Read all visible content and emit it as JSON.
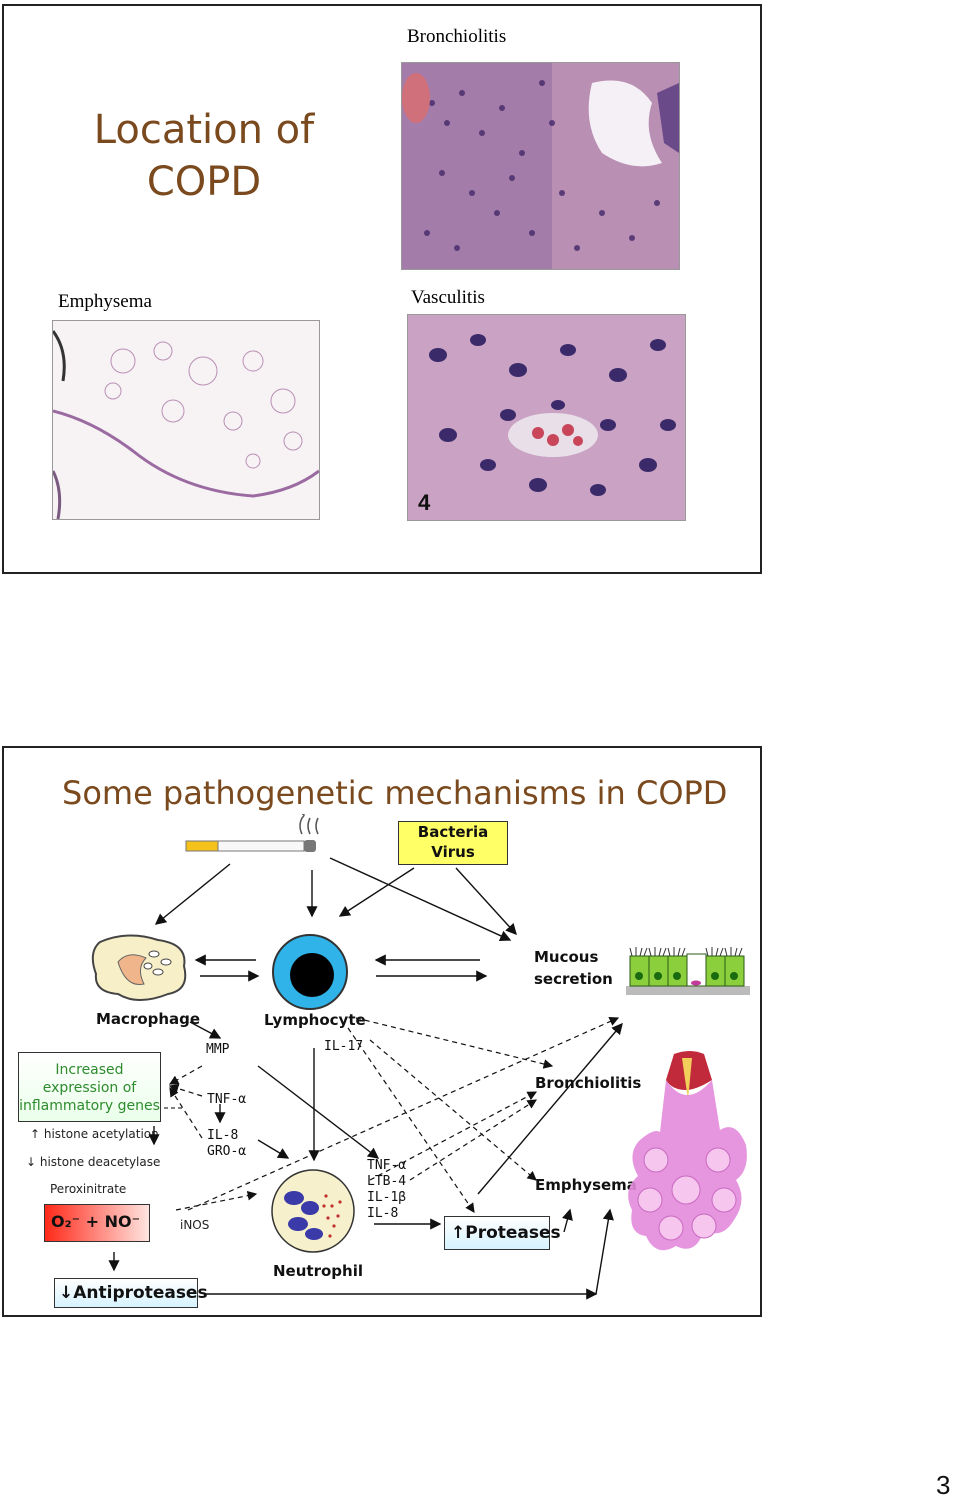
{
  "slide1": {
    "title_line1": "Location of",
    "title_line2": "COPD",
    "caption_bronchiolitis": "Bronchiolitis",
    "caption_emphysema": "Emphysema",
    "caption_vasculitis": "Vasculitis",
    "image_number": "4"
  },
  "slide2": {
    "title": "Some pathogenetic mechanisms  in COPD",
    "bacteria_virus": [
      "Bacteria",
      "Virus"
    ],
    "mucous_secretion": [
      "Mucous",
      "secretion"
    ],
    "macrophage": "Macrophage",
    "lymphocyte": "Lymphocyte",
    "neutrophil": "Neutrophil",
    "inflammatory_box": [
      "Increased",
      "expression of",
      "inflammatory genes"
    ],
    "histone_acetylation": "↑ histone acetylation",
    "histone_deacetylase": "↓ histone deacetylase",
    "peroxinitrate": "Peroxinitrate",
    "o2_no": "O₂⁻ + NO⁻",
    "inos": "iNOS",
    "antiproteases": "↓Antiproteases",
    "mmp": "MMP",
    "tnf_alpha": "TNF-α",
    "il8_gro": [
      "IL-8",
      "GRO-α"
    ],
    "il17": "IL-17",
    "neutrophil_mediators": [
      "TNF-α",
      "LTB-4",
      "IL-1β",
      "IL-8"
    ],
    "proteases": "↑Proteases",
    "bronchiolitis": "Bronchiolitis",
    "emphysema": "Emphysema"
  },
  "page_number": "3",
  "colors": {
    "title_brown": "#7a4a1e",
    "bacteria_box": "#ffff66",
    "inflammatory_text": "#2e8b2e",
    "tissue_pink": "#c98fb5",
    "tissue_purple": "#5a3a7a"
  },
  "icons": [
    "cigarette-icon",
    "macrophage-icon",
    "lymphocyte-icon",
    "neutrophil-icon",
    "epithelium-icon",
    "lung-acinus-icon"
  ]
}
